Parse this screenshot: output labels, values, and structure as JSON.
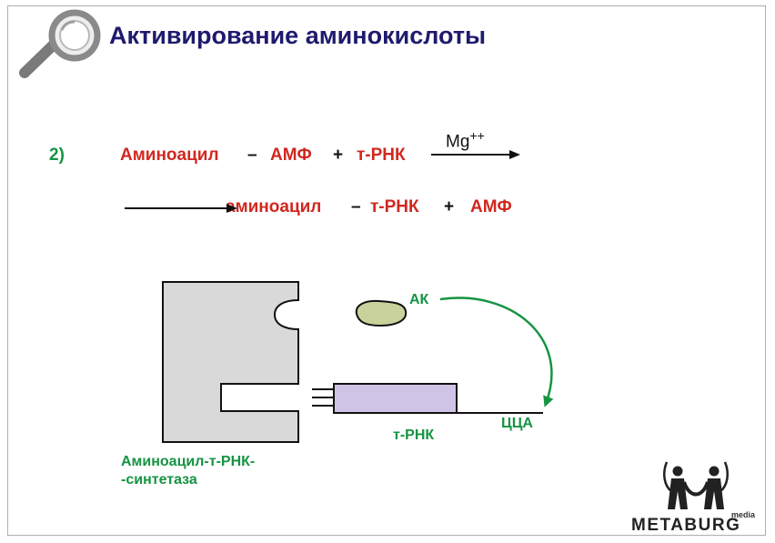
{
  "title": "Активирование аминокислоты",
  "equation": {
    "step_number": "2)",
    "line1": {
      "term1": "Аминоацил",
      "dash": "–",
      "term2": "АМФ",
      "plus": "+",
      "term3": "т-РНК",
      "catalyst": "Mg",
      "catalyst_charge": "++"
    },
    "line2": {
      "term1": "аминоацил",
      "dash": "–",
      "term2": "т-РНК",
      "plus": "+",
      "term3": "АМФ"
    }
  },
  "diagram": {
    "enzyme_label_line1": "Аминоацил-т-РНК-",
    "enzyme_label_line2": "-синтетаза",
    "amino_acid_label": "АК",
    "trna_label": "т-РНК",
    "cca_label": "ЦЦА"
  },
  "logo": {
    "text": "METABURG",
    "sub": "media"
  },
  "colors": {
    "title": "#1f1a6e",
    "reaction_red": "#d0281f",
    "label_green": "#159442",
    "enzyme_fill": "#d9d9d9",
    "trna_fill": "#cfc4e6",
    "amino_acid_fill": "#c9d29a"
  },
  "icons": [
    "magnifier-icon",
    "metaburg-logo-icon"
  ]
}
